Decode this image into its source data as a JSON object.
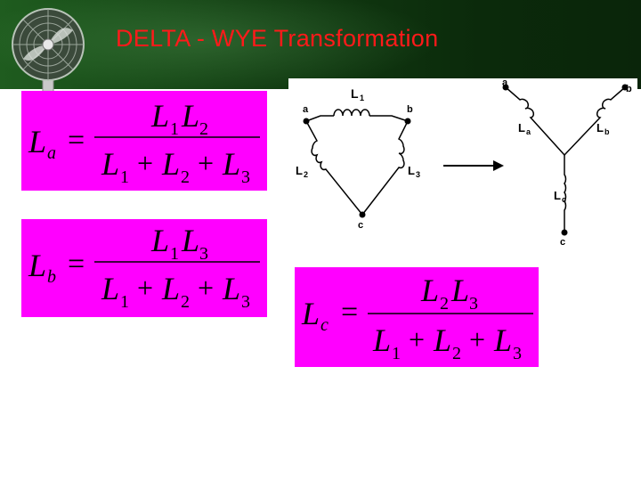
{
  "slide": {
    "title": "DELTA - WYE Transformation"
  },
  "equations": {
    "la": {
      "lhs": "L",
      "lhs_sub": "a",
      "num_a": "L",
      "num_a_sub": "1",
      "num_b": "L",
      "num_b_sub": "2",
      "den_a": "L",
      "den_a_sub": "1",
      "den_b": "L",
      "den_b_sub": "2",
      "den_c": "L",
      "den_c_sub": "3"
    },
    "lb": {
      "lhs": "L",
      "lhs_sub": "b",
      "num_a": "L",
      "num_a_sub": "1",
      "num_b": "L",
      "num_b_sub": "3",
      "den_a": "L",
      "den_a_sub": "1",
      "den_b": "L",
      "den_b_sub": "2",
      "den_c": "L",
      "den_c_sub": "3"
    },
    "lc": {
      "lhs": "L",
      "lhs_sub": "c",
      "num_a": "L",
      "num_a_sub": "2",
      "num_b": "L",
      "num_b_sub": "3",
      "den_a": "L",
      "den_a_sub": "1",
      "den_b": "L",
      "den_b_sub": "2",
      "den_c": "L",
      "den_c_sub": "3"
    },
    "equals": "=",
    "plus": "+"
  },
  "delta": {
    "node_a": "a",
    "node_b": "b",
    "node_c": "c",
    "l1": "L",
    "l1_sub": "1",
    "l2": "L",
    "l2_sub": "2",
    "l3": "L",
    "l3_sub": "3"
  },
  "wye": {
    "node_a": "a",
    "node_b": "b",
    "node_c": "c",
    "la": "L",
    "la_sub": "a",
    "lb": "L",
    "lb_sub": "b",
    "lc": "L",
    "lc_sub": "c"
  },
  "colors": {
    "title": "#ff1a1a",
    "equation_box": "#ff00ff",
    "header_dark": "#0b2a0b"
  }
}
